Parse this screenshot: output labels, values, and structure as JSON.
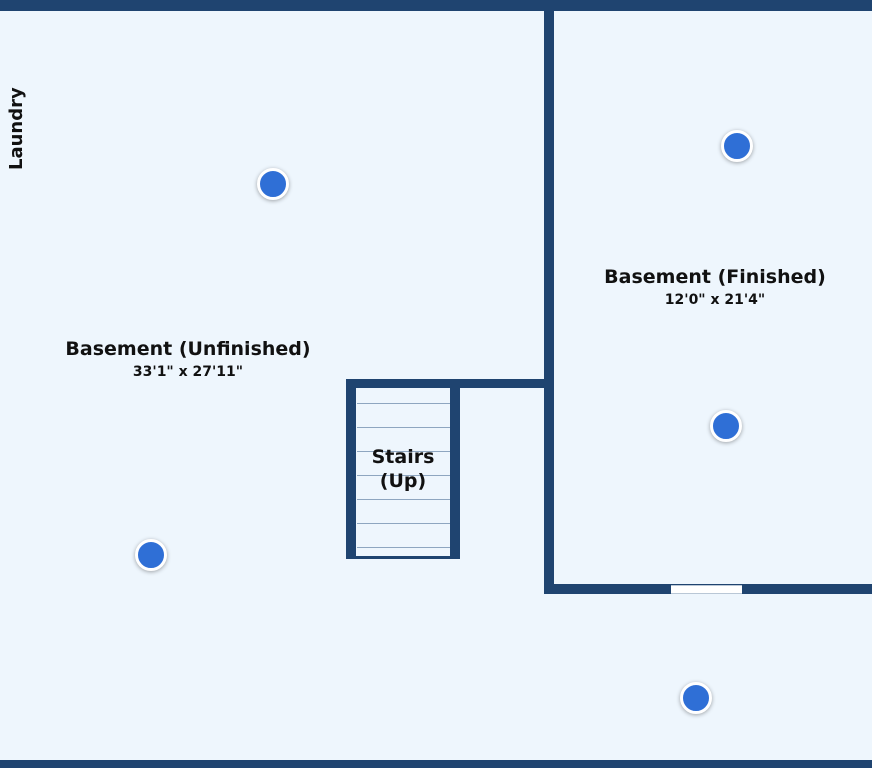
{
  "rooms": {
    "laundry": {
      "name": "Laundry"
    },
    "basement_unfinished": {
      "name": "Basement (Unfinished)",
      "dimensions": "33'1\" x 27'11\""
    },
    "basement_finished": {
      "name": "Basement (Finished)",
      "dimensions": "12'0\" x 21'4\""
    },
    "stairs": {
      "line1": "Stairs",
      "line2": "(Up)"
    }
  },
  "colors": {
    "wall": "#1f4470",
    "floor": "#eef6fd",
    "marker": "#2f6fd6"
  },
  "markers": [
    {
      "name": "photo-marker"
    },
    {
      "name": "photo-marker"
    },
    {
      "name": "photo-marker"
    },
    {
      "name": "photo-marker"
    },
    {
      "name": "photo-marker"
    }
  ]
}
